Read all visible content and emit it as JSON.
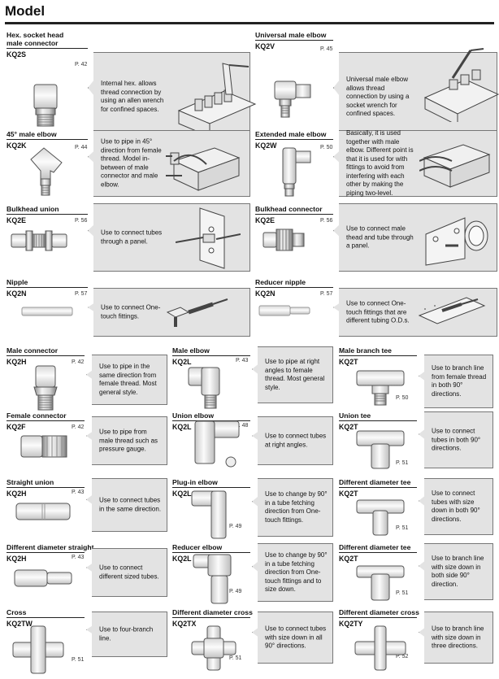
{
  "page": {
    "title": "Model"
  },
  "items": [
    {
      "name": "Hex. socket head male connector",
      "code": "KQ2S",
      "page": "P. 42",
      "desc": "Internal hex. allows thread connection by using an allen wrench for confined spaces."
    },
    {
      "name": "Universal male elbow",
      "code": "KQ2V",
      "page": "P. 45",
      "desc": "Universal male elbow allows thread connection by using a socket wrench for confined spaces."
    },
    {
      "name": "45° male elbow",
      "code": "KQ2K",
      "page": "P. 44",
      "desc": "Use to pipe in 45° direction from female thread. Model in-between of male connector and male elbow."
    },
    {
      "name": "Extended male elbow",
      "code": "KQ2W",
      "page": "P. 50",
      "desc": "Basically, it is used together with male elbow. Different point is that it is used for with fittings to avoid from interfering with each other by making the piping two-level."
    },
    {
      "name": "Bulkhead union",
      "code": "KQ2E",
      "page": "P. 56",
      "desc": "Use to connect tubes through a panel."
    },
    {
      "name": "Bulkhead connector",
      "code": "KQ2E",
      "page": "P. 56",
      "desc": "Use to connect male thead and tube through a panel."
    },
    {
      "name": "Nipple",
      "code": "KQ2N",
      "page": "P. 57",
      "desc": "Use to connect One-touch fittings."
    },
    {
      "name": "Reducer nipple",
      "code": "KQ2N",
      "page": "P. 57",
      "desc": "Use to connect One-touch fittings that are different tubing O.D.s."
    },
    {
      "name": "Male connector",
      "code": "KQ2H",
      "page": "P. 42",
      "desc": "Use to pipe in the same direction from female thread. Most general style."
    },
    {
      "name": "Male elbow",
      "code": "KQ2L",
      "page": "P. 43",
      "desc": "Use to pipe at right angles to female thread. Most general style."
    },
    {
      "name": "Male branch tee",
      "code": "KQ2T",
      "page": "P. 50",
      "desc": "Use to branch line from female thread in both 90° directions."
    },
    {
      "name": "Female connector",
      "code": "KQ2F",
      "page": "P. 42",
      "desc": "Use to pipe from male thread such as pressure gauge."
    },
    {
      "name": "Union elbow",
      "code": "KQ2L",
      "page": "P. 48",
      "desc": "Use to connect tubes at right angles."
    },
    {
      "name": "Union tee",
      "code": "KQ2T",
      "page": "P. 51",
      "desc": "Use to connect tubes in both 90° directions."
    },
    {
      "name": "Straight union",
      "code": "KQ2H",
      "page": "P. 43",
      "desc": "Use to connect tubes in the same direction."
    },
    {
      "name": "Plug-in elbow",
      "code": "KQ2L",
      "page": "P. 49",
      "desc": "Use to change by 90° in a tube fetching direction from One-touch fittings."
    },
    {
      "name": "Different diameter tee",
      "code": "KQ2T",
      "page": "P. 51",
      "desc": "Use to connect tubes with size down in both 90° directions."
    },
    {
      "name": "Different diameter straight",
      "code": "KQ2H",
      "page": "P. 43",
      "desc": "Use to connect different sized tubes."
    },
    {
      "name": "Reducer elbow",
      "code": "KQ2L",
      "page": "P. 49",
      "desc": "Use to change by 90° in a tube fetching direction from One-touch fittings and to size down."
    },
    {
      "name": "Different diameter tee",
      "code": "KQ2T",
      "page": "P. 51",
      "desc": "Use to branch line with size down in both side 90° direction."
    },
    {
      "name": "Cross",
      "code": "KQ2TW",
      "page": "P. 51",
      "desc": "Use to four-branch line."
    },
    {
      "name": "Different diameter cross",
      "code": "KQ2TX",
      "page": "P. 51",
      "desc": "Use to connect tubes with size down in all 90° directions."
    },
    {
      "name": "Different diameter cross",
      "code": "KQ2TY",
      "page": "P. 52",
      "desc": "Use to branch line with size down in three directions."
    }
  ]
}
